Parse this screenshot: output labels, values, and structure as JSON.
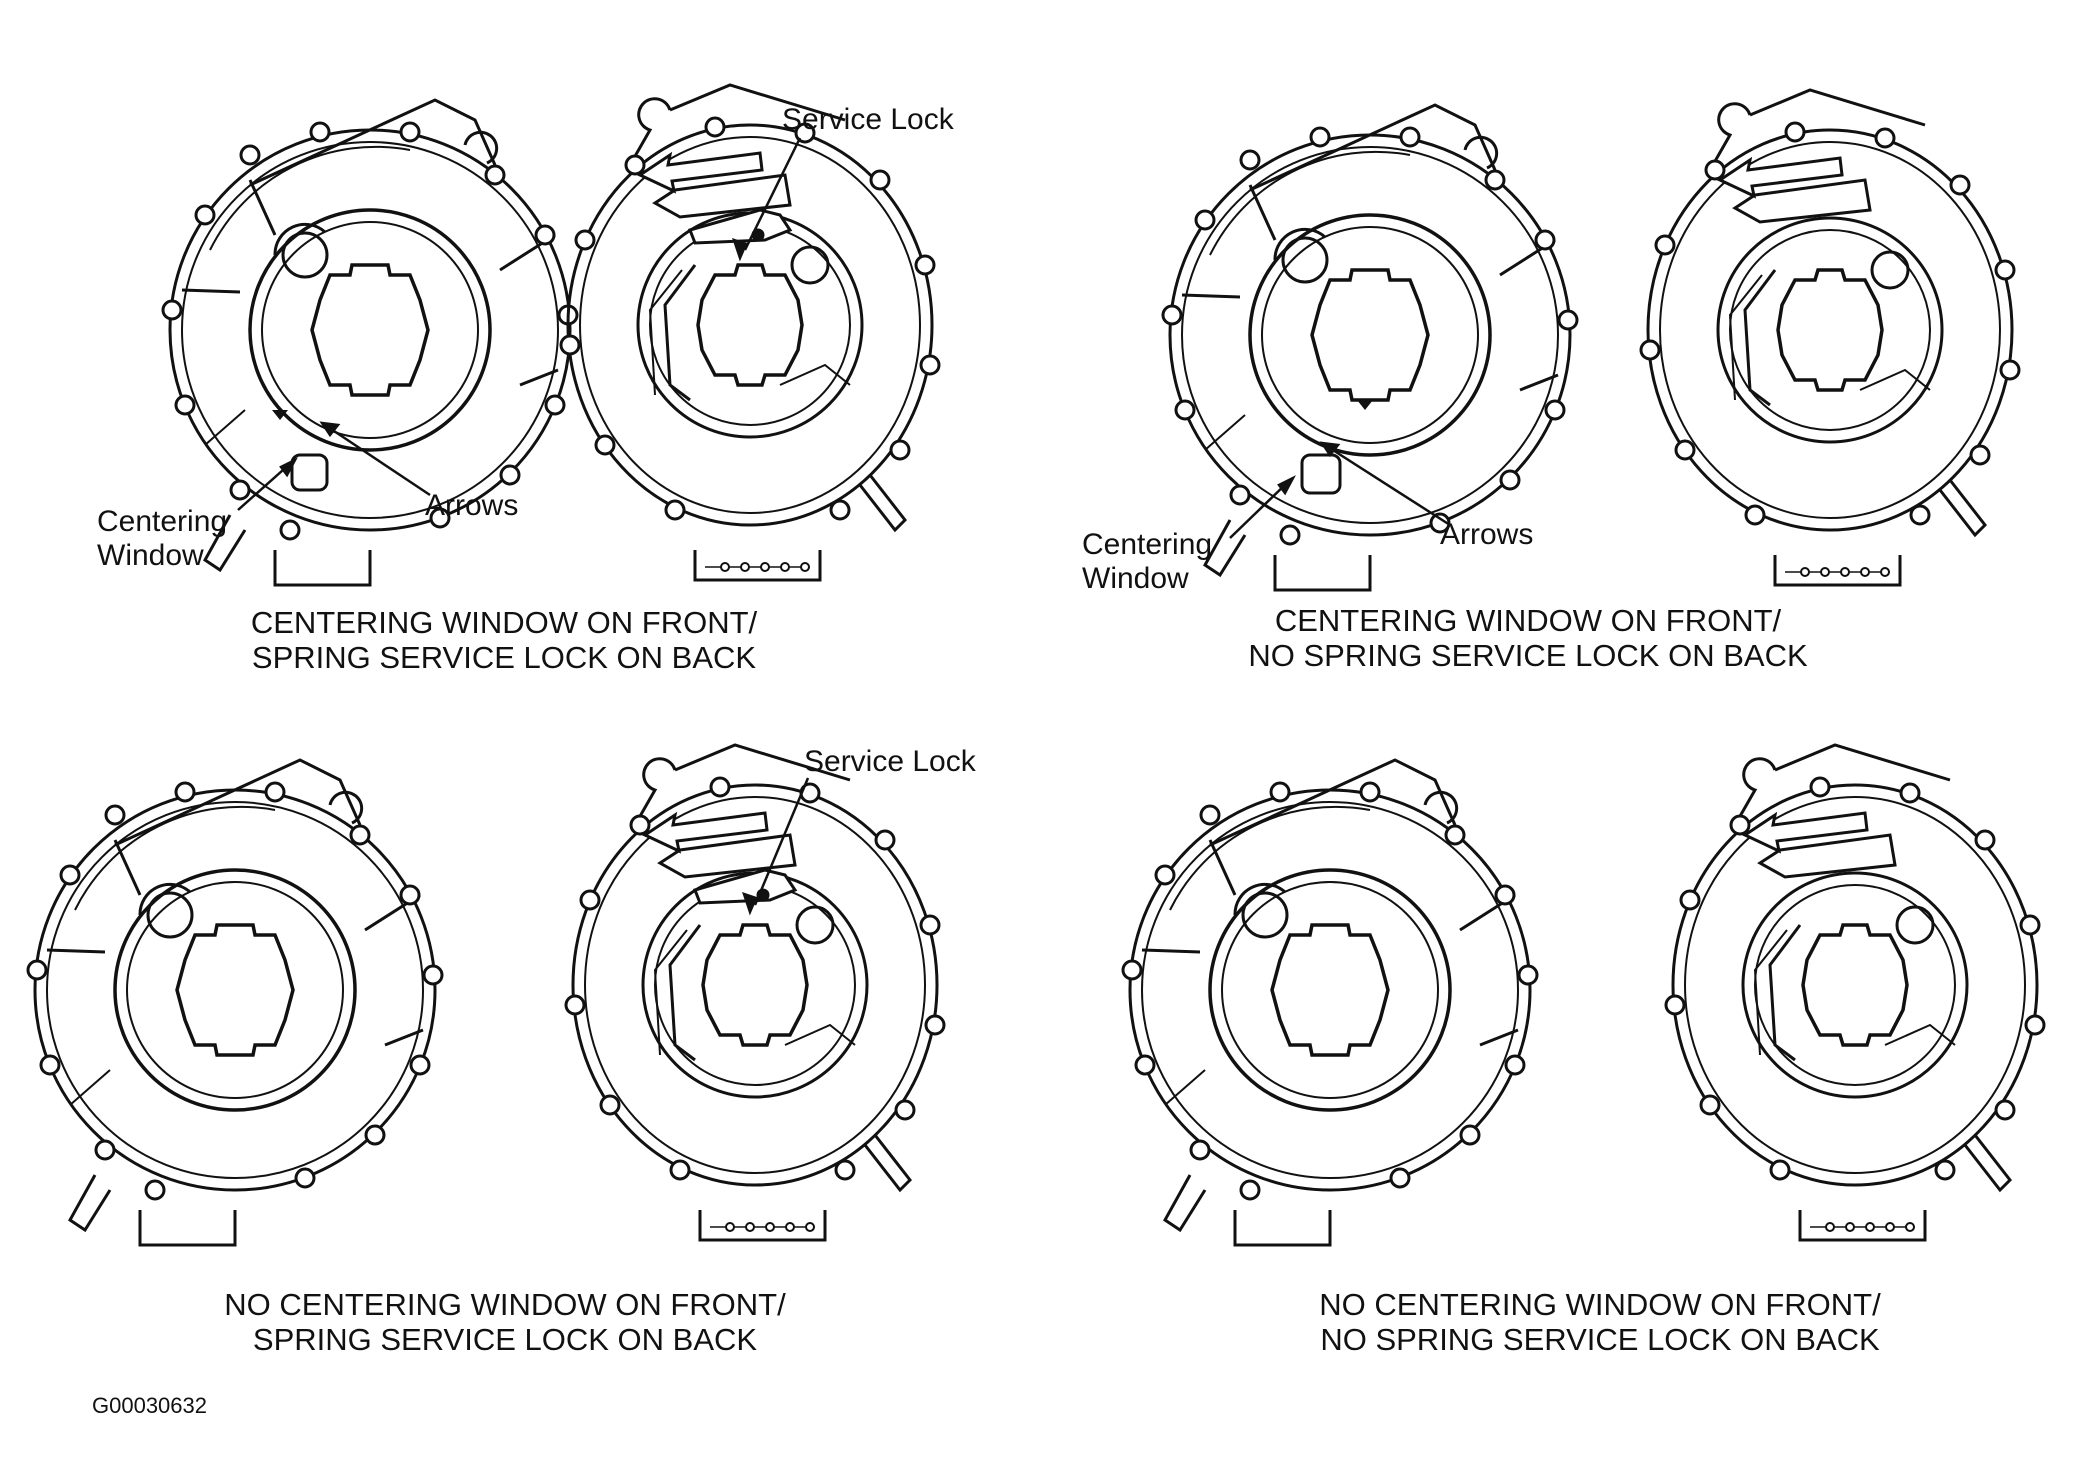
{
  "figure_id": "G00030632",
  "panels": [
    {
      "caption_line1": "CENTERING WINDOW ON FRONT/",
      "caption_line2": "SPRING SERVICE LOCK ON BACK",
      "service_lock_label": "Service Lock",
      "centering_label_line1": "Centering",
      "centering_label_line2": "Window",
      "arrows_label": "Arrows"
    },
    {
      "caption_line1": "CENTERING WINDOW ON FRONT/",
      "caption_line2": "NO SPRING SERVICE LOCK ON BACK",
      "centering_label_line1": "Centering",
      "centering_label_line2": "Window",
      "arrows_label": "Arrows"
    },
    {
      "caption_line1": "NO CENTERING WINDOW ON FRONT/",
      "caption_line2": "SPRING SERVICE LOCK ON BACK",
      "service_lock_label": "Service Lock"
    },
    {
      "caption_line1": "NO CENTERING WINDOW ON FRONT/",
      "caption_line2": "NO SPRING SERVICE LOCK ON BACK"
    }
  ],
  "colors": {
    "ink": "#111111",
    "paper": "#ffffff"
  }
}
